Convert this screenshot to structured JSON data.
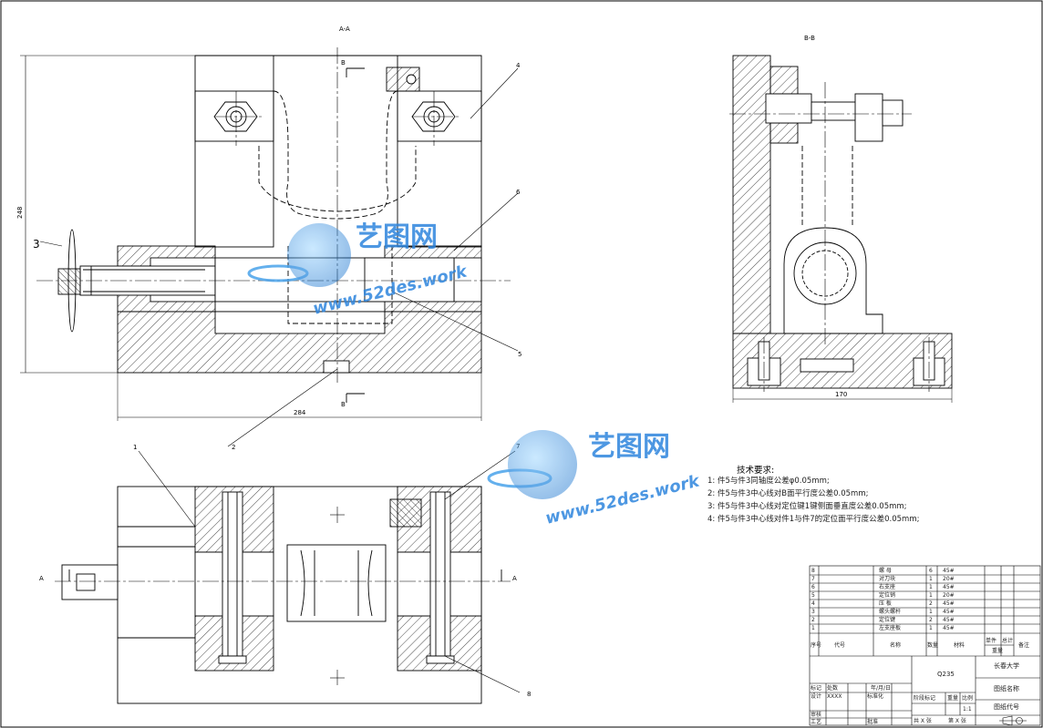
{
  "views": {
    "section_aa": "A-A",
    "section_bb": "B-B",
    "cut_b_top": "B",
    "cut_b_bottom": "B",
    "cut_a_left": "A",
    "cut_a_right": "A"
  },
  "dimensions": {
    "height": "248",
    "width_front": "284",
    "width_side": "170"
  },
  "balloons": {
    "n1": "1",
    "n2": "2",
    "n3": "3",
    "n4": "4",
    "n5": "5",
    "n6": "6",
    "n7": "7",
    "n8": "8"
  },
  "watermark": {
    "brand_cn": "艺图网",
    "url": "www.52des.work"
  },
  "tech_req": {
    "title": "技术要求:",
    "items": [
      "1: 件5与件3同轴度公差φ0.05mm;",
      "2: 件5与件3中心线对B面平行度公差0.05mm;",
      "3: 件5与件3中心线对定位键1键侧面垂直度公差0.05mm;",
      "4: 件5与件3中心线对件1与件7的定位面平行度公差0.05mm;"
    ]
  },
  "bom": {
    "rows": [
      {
        "no": "8",
        "name": "螺 母",
        "qty": "6",
        "mat": "45#"
      },
      {
        "no": "7",
        "name": "对刀块",
        "qty": "1",
        "mat": "20#"
      },
      {
        "no": "6",
        "name": "右支座",
        "qty": "1",
        "mat": "45#"
      },
      {
        "no": "5",
        "name": "定位销",
        "qty": "1",
        "mat": "20#"
      },
      {
        "no": "4",
        "name": "压 板",
        "qty": "2",
        "mat": "45#"
      },
      {
        "no": "3",
        "name": "螺头螺杆",
        "qty": "1",
        "mat": "45#"
      },
      {
        "no": "2",
        "name": "定位键",
        "qty": "2",
        "mat": "45#"
      },
      {
        "no": "1",
        "name": "左支座板",
        "qty": "1",
        "mat": "45#"
      }
    ],
    "header": {
      "seq": "序号",
      "code": "代号",
      "name": "名称",
      "qty": "数量",
      "mat": "材料",
      "single": "单件",
      "total": "总计",
      "weight": "重量",
      "remark": "备注"
    }
  },
  "title_block": {
    "material": "Q235",
    "school": "长春大学",
    "drawing_name": "图纸名称",
    "drawing_code": "图纸代号",
    "mark": "标记",
    "count": "处数",
    "designer": "设计",
    "designer_name": "XXXX",
    "standard": "标准化",
    "review": "审核",
    "process": "工艺",
    "approve": "批准",
    "stage_mark": "阶段标记",
    "weight": "重量",
    "scale": "比例",
    "scale_value": "1:1",
    "sheets": "共 X 张",
    "sheet_no": "第 X 张",
    "date": "年/月/日"
  }
}
